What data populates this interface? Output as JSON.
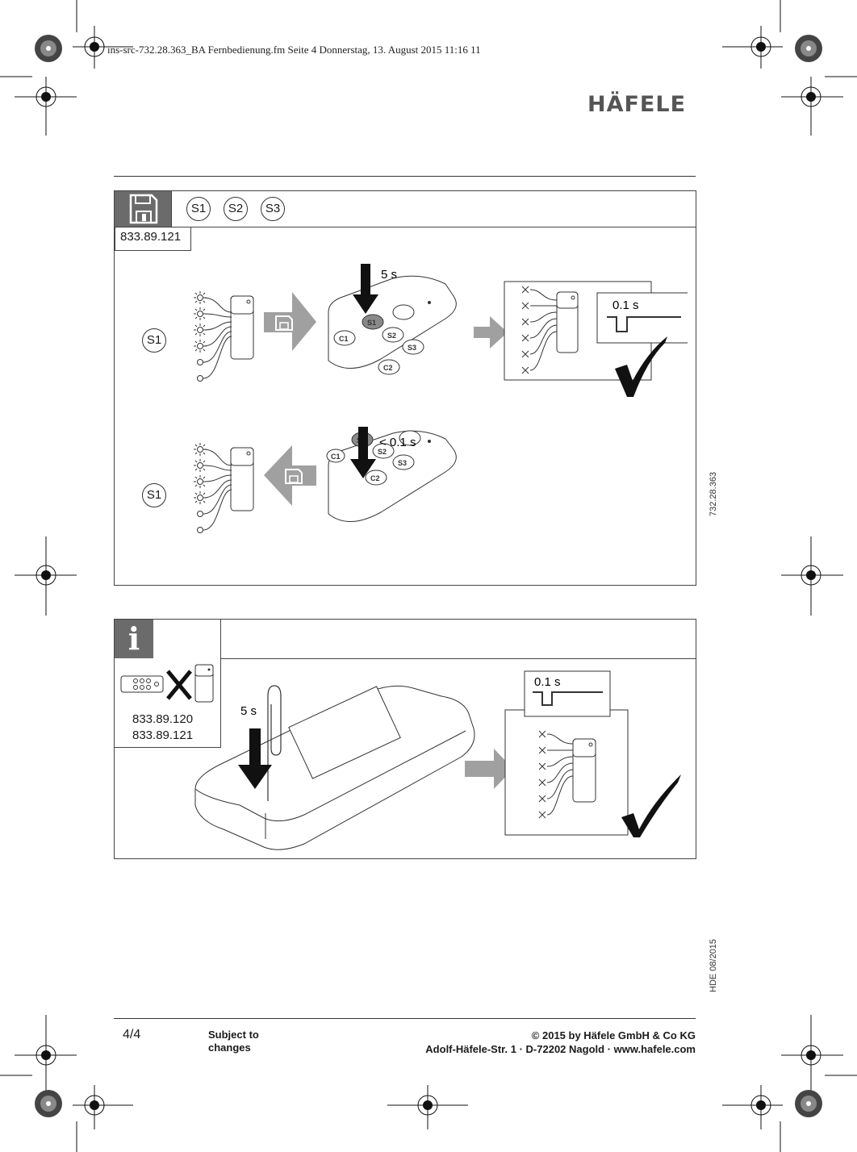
{
  "header": {
    "slug": "ins-src-732.28.363_BA Fernbedienung.fm  Seite 4  Donnerstag, 13. August 2015  11:16 11",
    "logo": "HÄFELE"
  },
  "side": {
    "doc_number": "732.28.363",
    "edition": "HDE 08/2015"
  },
  "panel1": {
    "badges": [
      "S1",
      "S2",
      "S3"
    ],
    "article_code": "833.89.121",
    "row1": {
      "scene_label": "S1",
      "press_time": "5 s",
      "pulse_time": "0.1 s"
    },
    "row2": {
      "scene_label": "S1",
      "press_time": "< 0.1 s"
    },
    "remote_keys": [
      "S1",
      "S2",
      "S3",
      "C1",
      "C2"
    ]
  },
  "panel2": {
    "codes": [
      "833.89.120",
      "833.89.121"
    ],
    "press_time": "5 s",
    "pulse_time": "0.1 s"
  },
  "footer": {
    "page": "4/4",
    "subject_line1": "Subject to",
    "subject_line2": "changes",
    "copyright": "© 2015 by Häfele GmbH & Co KG",
    "address": "Adolf-Häfele-Str. 1 · D-72202 Nagold · www.hafele.com"
  },
  "colors": {
    "arrow_gray": "#a0a0a0",
    "icon_bg": "#6b6b6b",
    "pressed_key": "#8a8a8a"
  }
}
